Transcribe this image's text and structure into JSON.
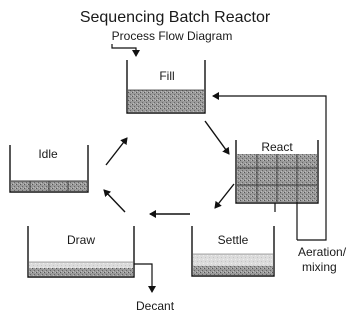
{
  "title": "Sequencing Batch Reactor",
  "subtitle": "Process Flow Diagram",
  "stages": {
    "fill": "Fill",
    "react": "React",
    "settle": "Settle",
    "draw": "Draw",
    "idle": "Idle"
  },
  "labels": {
    "aeration": "Aeration/",
    "mixing": "mixing",
    "decant": "Decant"
  },
  "colors": {
    "line": "#111111",
    "sludge_dark": "#8a8a8a",
    "sludge_light": "#d9d9d9",
    "grid": "#4a4a4a"
  }
}
